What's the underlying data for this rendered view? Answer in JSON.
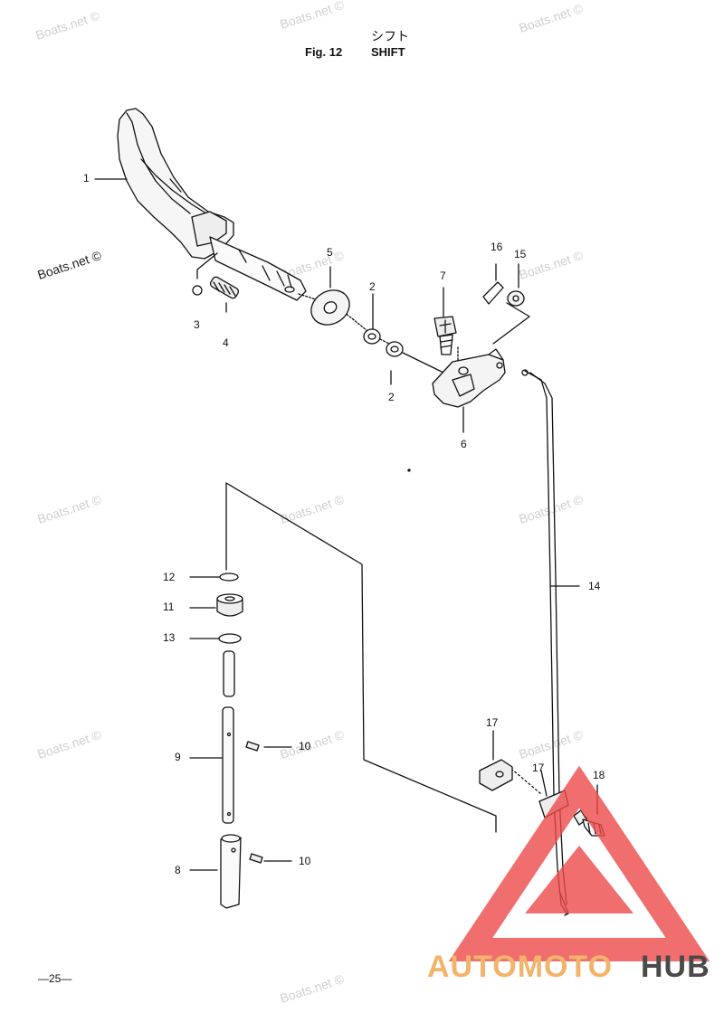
{
  "header": {
    "title_jp": "シフト",
    "fig_label": "Fig. 12",
    "title_en": "SHIFT"
  },
  "watermarks": [
    "Boats.net ©",
    "Boats.net ©",
    "Boats.net ©",
    "Boats.net ©",
    "Boats.net ©",
    "Boats.net ©",
    "Boats.net ©",
    "Boats.net ©",
    "Boats.net ©",
    "Boats.net ©",
    "Boats.net ©",
    "Boats.net ©",
    "Boats.net ©"
  ],
  "callouts": {
    "c1": "1",
    "c2a": "2",
    "c2b": "2",
    "c3": "3",
    "c4": "4",
    "c5": "5",
    "c6": "6",
    "c7": "7",
    "c8": "8",
    "c9": "9",
    "c10a": "10",
    "c10b": "10",
    "c11": "11",
    "c12": "12",
    "c13": "13",
    "c14": "14",
    "c15": "15",
    "c16": "16",
    "c17a": "17",
    "c17b": "17",
    "c18": "18"
  },
  "page_number": "—25—",
  "brand": {
    "part1": "AUTOMOTO",
    "part2": "HUB",
    "color1": "#f2b36b",
    "color2": "#4a4a4a",
    "logo_color": "#ee4a4a"
  }
}
